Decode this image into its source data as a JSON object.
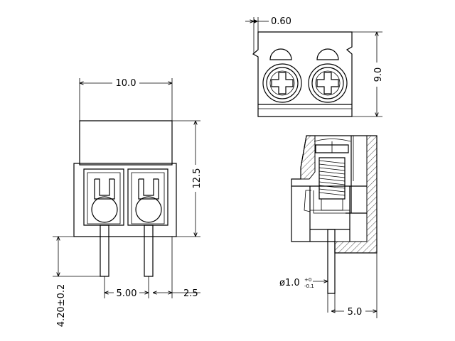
{
  "dimensions": {
    "front_width": "10.0",
    "front_height": "12.5",
    "pin_length": "4.20±0.2",
    "pitch": "5.00",
    "edge_offset": "2.5",
    "top_wall": "0.60",
    "top_depth": "9.0",
    "pin_diameter_prefix": "ø1.0",
    "pin_diameter_tol_upper": "+0",
    "pin_diameter_tol_lower": "-0.1",
    "side_offset": "5.0"
  },
  "colors": {
    "line": "#000000",
    "background": "#ffffff"
  }
}
